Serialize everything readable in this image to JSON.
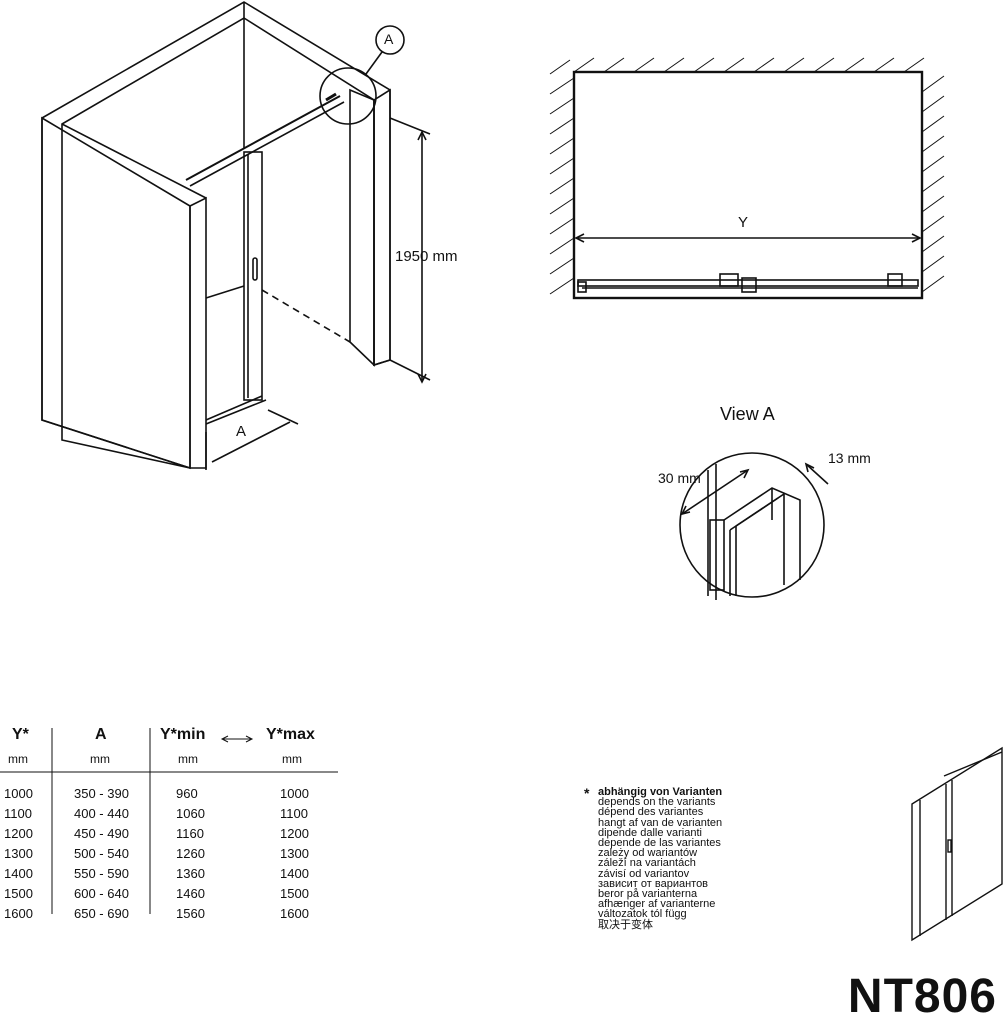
{
  "labels": {
    "callout_a": "A",
    "height_dim": "1950 mm",
    "width_dim_a": "A",
    "plan_y": "Y",
    "view_title": "View A",
    "dim_30": "30 mm",
    "dim_13": "13 mm"
  },
  "table": {
    "headers": [
      "Y*",
      "A",
      "Y*min",
      "Y*max"
    ],
    "units": [
      "mm",
      "mm",
      "mm",
      "mm"
    ],
    "rows": [
      [
        "1000",
        "350 - 390",
        "960",
        "1000"
      ],
      [
        "1100",
        "400 - 440",
        "1060",
        "1100"
      ],
      [
        "1200",
        "450 - 490",
        "1160",
        "1200"
      ],
      [
        "1300",
        "500 - 540",
        "1260",
        "1300"
      ],
      [
        "1400",
        "550 - 590",
        "1360",
        "1400"
      ],
      [
        "1500",
        "600 - 640",
        "1460",
        "1500"
      ],
      [
        "1600",
        "650 - 690",
        "1560",
        "1600"
      ]
    ]
  },
  "note": {
    "star": "*",
    "lines": [
      "abhängig von Varianten",
      "depends on the variants",
      "dépend des variantes",
      "hangt af van de varianten",
      "dipende dalle varianti",
      "depende de las variantes",
      "zależy od wariantów",
      "záleží na variantách",
      "závisí od variantov",
      "зависит от вариантов",
      "beror på varianterna",
      "afhænger af varianterne",
      "változatok tól függ",
      "取决于变体"
    ]
  },
  "product_code": "NT806"
}
